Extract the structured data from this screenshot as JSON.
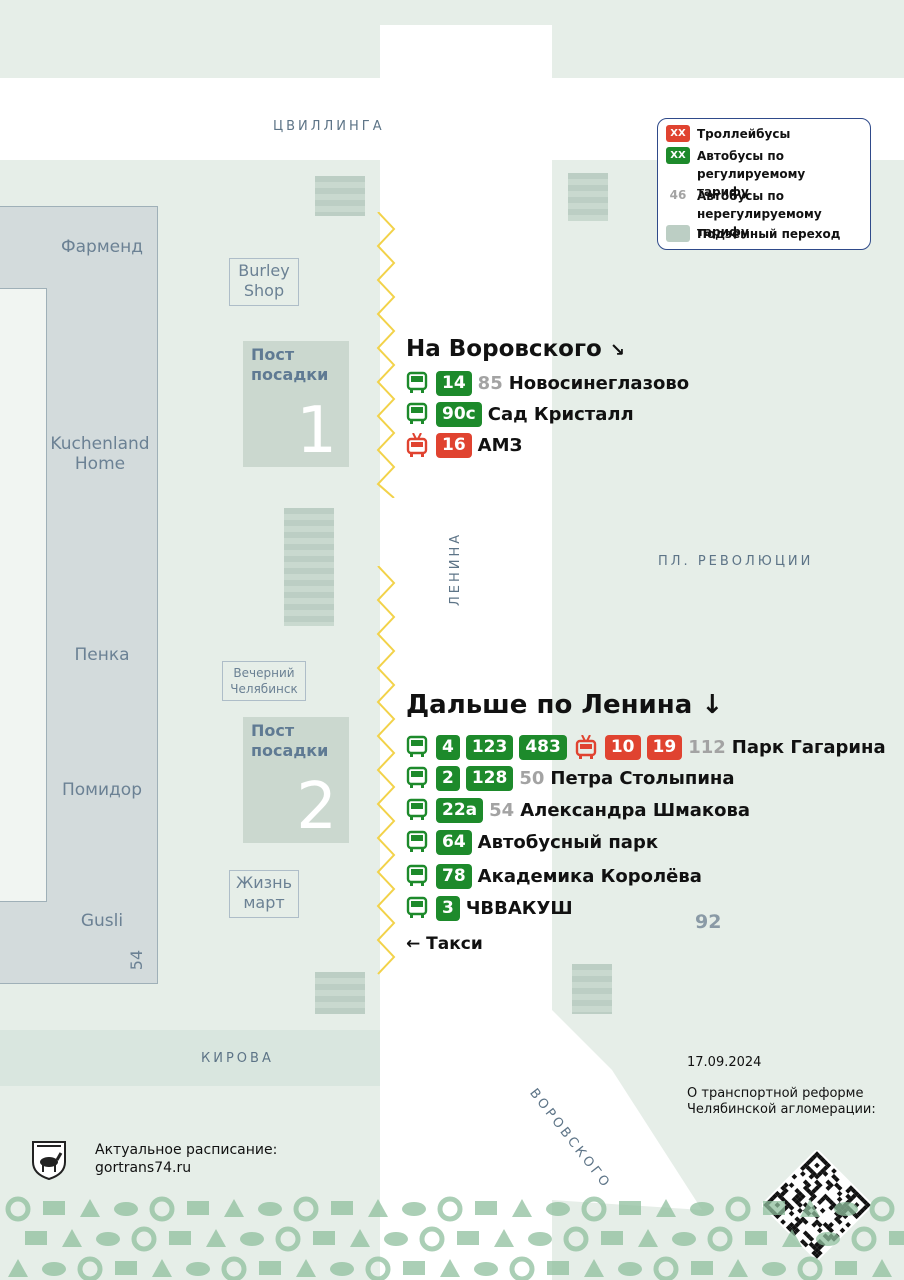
{
  "colors": {
    "trolleybus": "#e04330",
    "bus_regulated": "#1d8a2b",
    "bus_unregulated": "#a3a3a3",
    "underpass": "#bccec4",
    "background": "#e6eee8"
  },
  "streets": {
    "tsvillinga": "ЦВИЛЛИНГА",
    "lenina": "ЛЕНИНА",
    "ploshchad": "ПЛ. РЕВОЛЮЦИИ",
    "kirova": "КИРОВА",
    "vorovskogo": "ВОРОВСКОГО"
  },
  "shops": {
    "pharmland": "Фарменд",
    "kuchenland": "Kuchenland Home",
    "penka": "Пенка",
    "pomidor": "Помидор",
    "gusli": "Gusli",
    "building_number": "54",
    "burley": "Burley Shop",
    "vecherny": "Вечерний Челябинск",
    "zhizn": "Жизнь март"
  },
  "platforms": [
    {
      "title": "Пост посадки",
      "number": "1"
    },
    {
      "title": "Пост посадки",
      "number": "2"
    }
  ],
  "section1": {
    "heading": "На Воровского",
    "arrow": "↘",
    "routes": [
      {
        "icon": "bus-icon",
        "badges": [
          {
            "n": "14",
            "type": "g"
          }
        ],
        "gray": "85",
        "dest": "Новосинеглазово"
      },
      {
        "icon": "bus-icon",
        "badges": [
          {
            "n": "90с",
            "type": "g"
          }
        ],
        "gray": "",
        "dest": "Сад Кристалл"
      },
      {
        "icon": "trolleybus-icon",
        "badges": [
          {
            "n": "16",
            "type": "r"
          }
        ],
        "gray": "",
        "dest": "АМЗ"
      }
    ]
  },
  "section2": {
    "heading": "Дальше по Ленина",
    "arrow": "↓",
    "routes": [
      {
        "icon": "bus-icon",
        "badges": [
          {
            "n": "4",
            "type": "g"
          },
          {
            "n": "123",
            "type": "g"
          },
          {
            "n": "483",
            "type": "g"
          },
          {
            "n": "10",
            "type": "r",
            "trolley": true
          },
          {
            "n": "19",
            "type": "r"
          }
        ],
        "gray": "112",
        "dest": "Парк Гагарина"
      },
      {
        "icon": "bus-icon",
        "badges": [
          {
            "n": "2",
            "type": "g"
          },
          {
            "n": "128",
            "type": "g"
          }
        ],
        "gray": "50",
        "dest": "Петра Столыпина"
      },
      {
        "icon": "bus-icon",
        "badges": [
          {
            "n": "22а",
            "type": "g"
          }
        ],
        "gray": "54",
        "dest": "Александра Шмакова"
      },
      {
        "icon": "bus-icon",
        "badges": [
          {
            "n": "64",
            "type": "g"
          }
        ],
        "gray": "",
        "dest": "Автобусный парк"
      },
      {
        "icon": "bus-icon",
        "badges": [
          {
            "n": "78",
            "type": "g"
          }
        ],
        "gray": "",
        "dest": "Академика Королёва"
      },
      {
        "icon": "bus-icon",
        "badges": [
          {
            "n": "3",
            "type": "g"
          }
        ],
        "gray": "",
        "dest": "ЧВВАКУШ"
      }
    ],
    "taxi": "← Такси"
  },
  "number_92": "92",
  "legend": {
    "swatch_text": "XX",
    "trolley": "Троллейбусы",
    "bus_reg": "Автобусы по регулируемому тарифу",
    "bus_unreg_num": "46",
    "bus_unreg": "Автобусы по нерегулируемому тарифу",
    "underpass": "Подземный переход"
  },
  "footer": {
    "date": "17.09.2024",
    "reform": "О транспортной реформе Челябинской агломерации:",
    "schedule": "Актуальное расписание:",
    "site": "gortrans74.ru"
  }
}
